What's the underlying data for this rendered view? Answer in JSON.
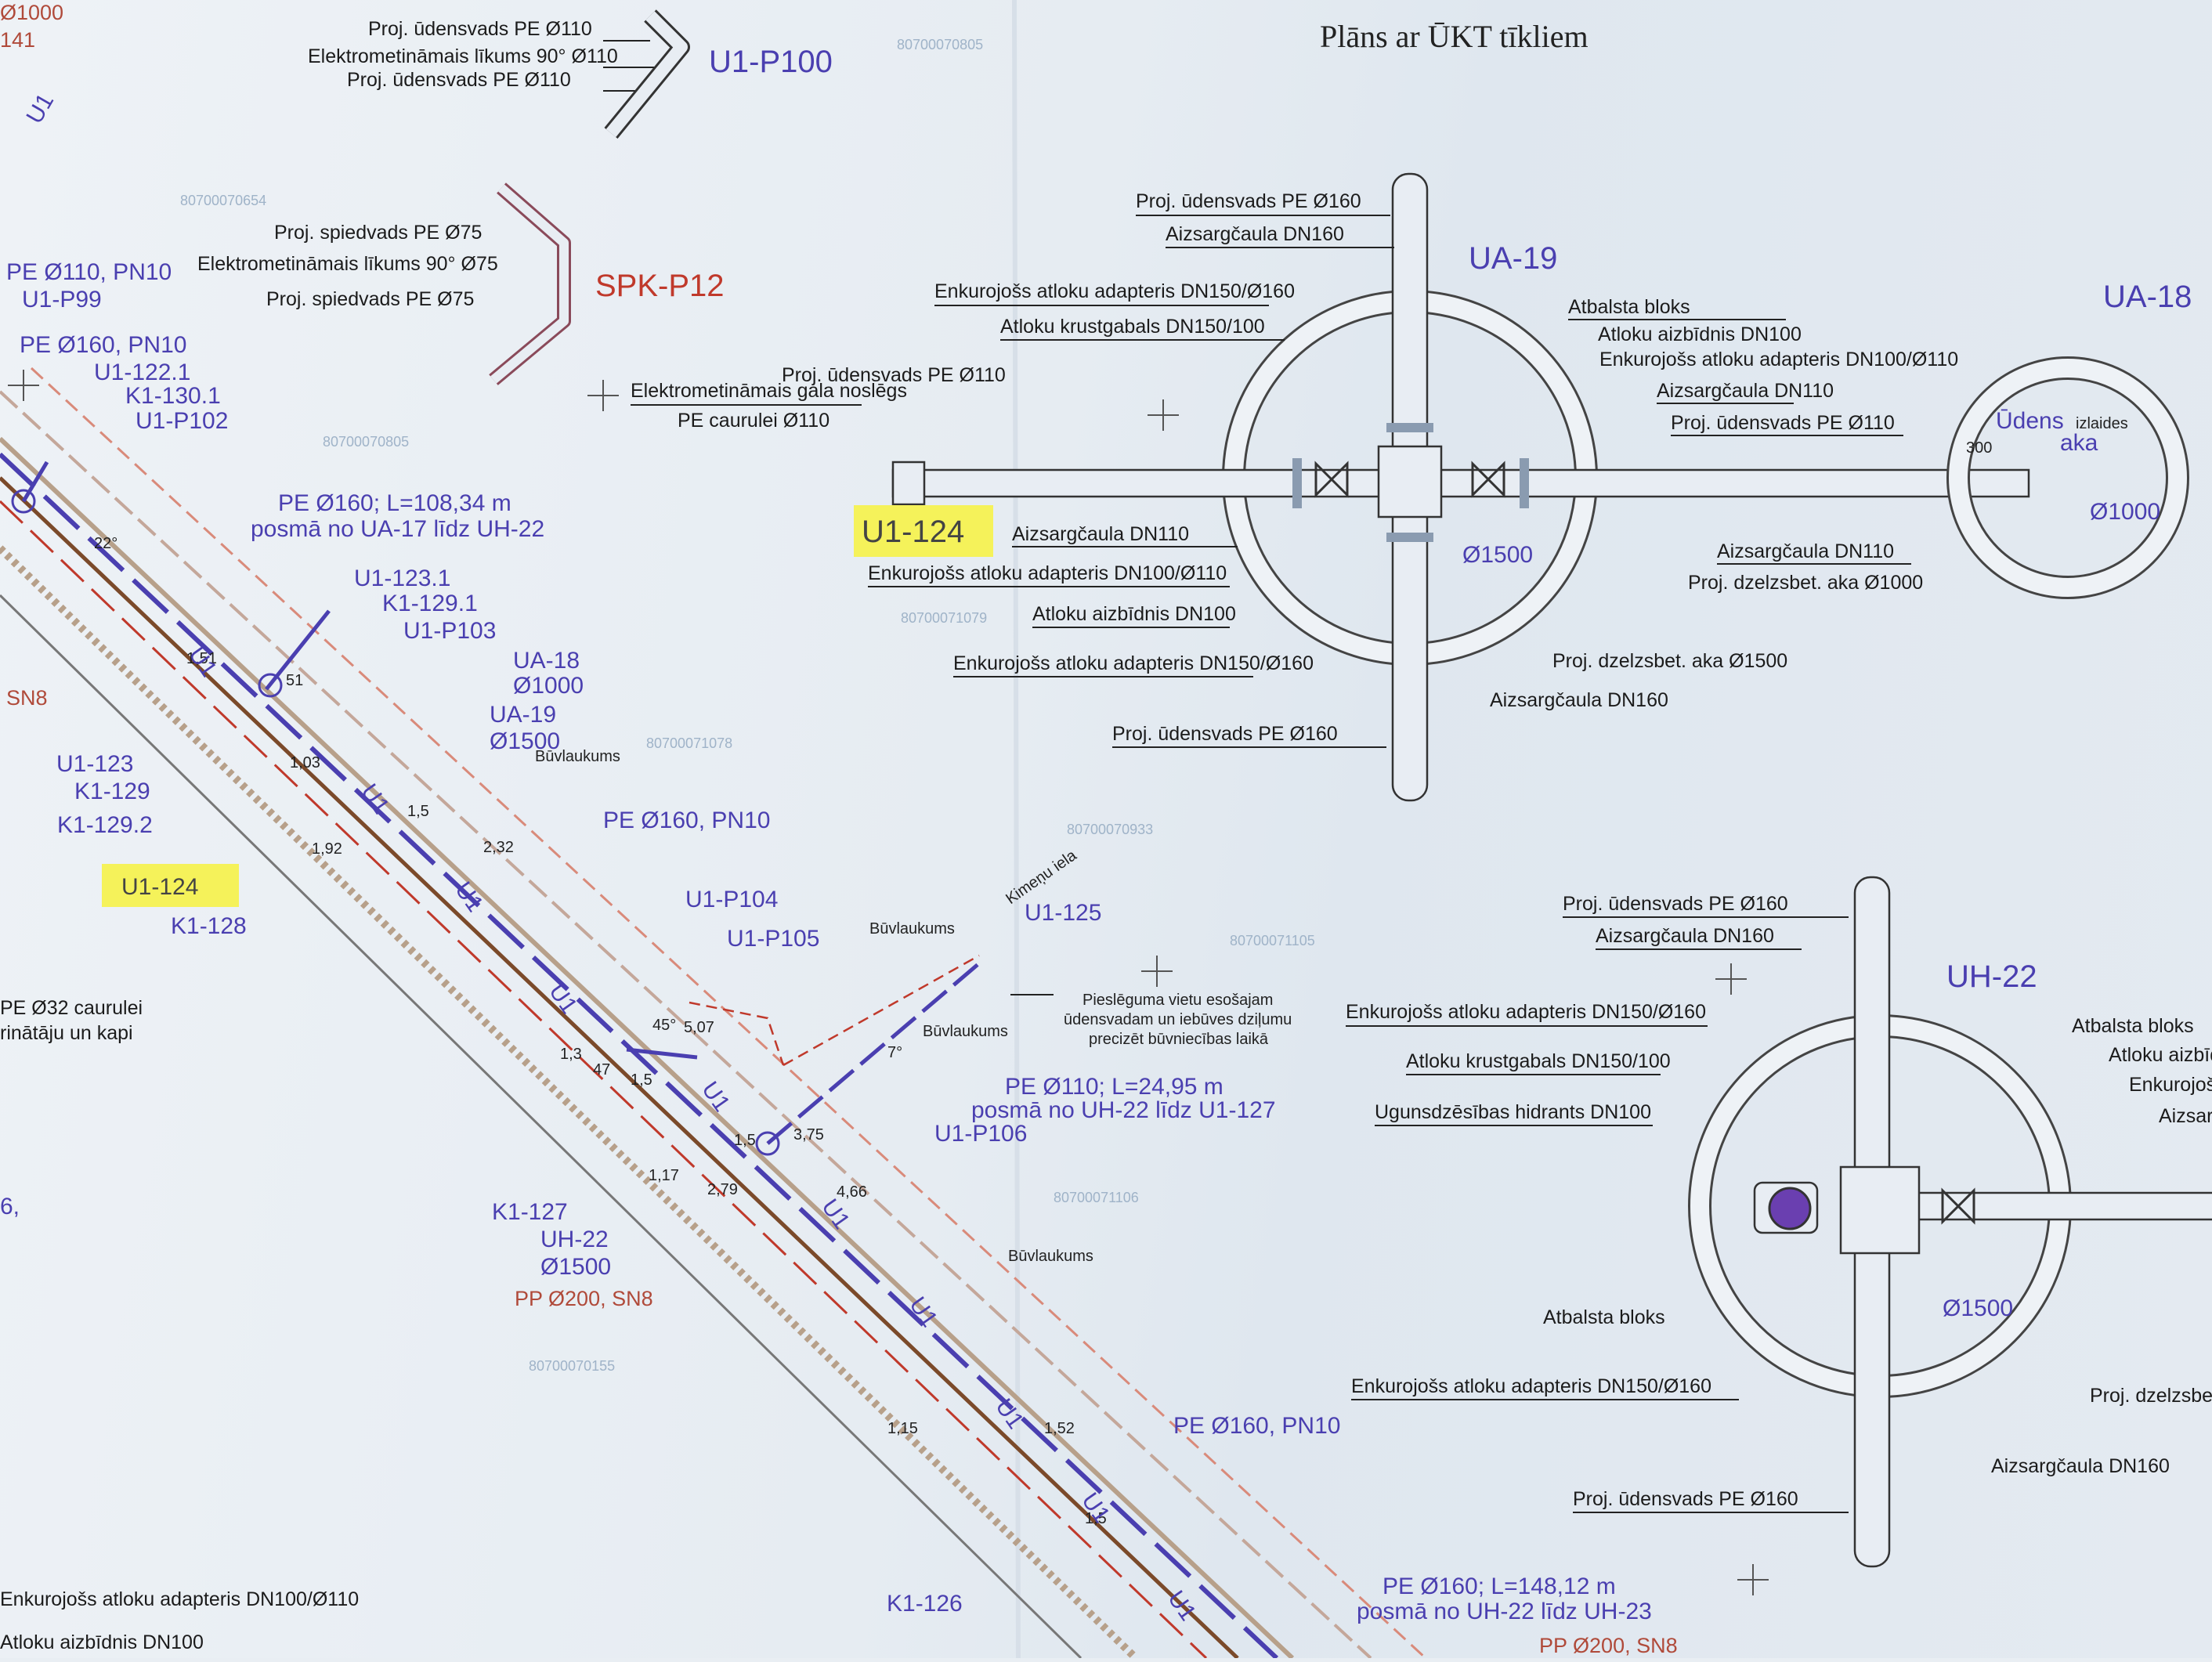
{
  "title": "Plāns ar ŪKT tīkliem",
  "highlight_color": "#f5f25a",
  "top_left": {
    "cut1": "Ø1000",
    "cut2": "141",
    "p100_labels": [
      "Proj. ūdensvads PE Ø110",
      "Elektrometināmais līkums 90° Ø110",
      "Proj. ūdensvads PE Ø110"
    ],
    "p100_name": "U1-P100",
    "spk_labels": [
      "Proj. spiedvads PE Ø75",
      "Elektrometināmais līkums 90° Ø75",
      "Proj. spiedvads PE Ø75"
    ],
    "spk_name": "SPK-P12"
  },
  "ua19": {
    "name": "UA-19",
    "diameter": "Ø1500",
    "left_labels": [
      "Proj. ūdensvads PE Ø160",
      "Aizsargčaula DN160",
      "Enkurojošs atloku adapteris DN150/Ø160",
      "Atloku krustgabals DN150/100",
      "Proj. ūdensvads PE Ø110",
      "Elektrometināmais gala noslēgs",
      "PE caurulei Ø110",
      "Aizsargčaula DN110",
      "Enkurojošs atloku adapteris DN100/Ø110",
      "Atloku aizbīdnis DN100",
      "Enkurojošs atloku adapteris DN150/Ø160",
      "Proj. ūdensvads PE Ø160"
    ],
    "right_labels": [
      "Atbalsta bloks",
      "Atloku aizbīdnis DN100",
      "Enkurojošs atloku adapteris DN100/Ø110",
      "Aizsargčaula DN110",
      "Proj. ūdensvads PE Ø110",
      "Aizsargčaula DN110",
      "Proj. dzelzsbet. aka Ø1000",
      "Proj. dzelzsbet. aka Ø1500",
      "Aizsargčaula DN160"
    ],
    "highlight": "U1-124"
  },
  "ua18": {
    "name": "UA-18",
    "text1": "Ūdens",
    "text2": "izlaides",
    "text3": "aka",
    "dim": "300",
    "diameter": "Ø1000"
  },
  "uh22": {
    "name": "UH-22",
    "diameter": "Ø1500",
    "left_labels": [
      "Proj. ūdensvads PE Ø160",
      "Aizsargčaula DN160",
      "Enkurojošs atloku adapteris DN150/Ø160",
      "Atloku krustgabals DN150/100",
      "Ugunsdzēsības hidrants DN100",
      "Atbalsta bloks",
      "Enkurojošs atloku adapteris DN150/Ø160",
      "Proj. ūdensvads PE Ø160"
    ],
    "right_labels": [
      "Atbalsta bloks",
      "Atloku aizbīdnis",
      "Enkurojošs",
      "Aizsarg",
      "Proj. dzelzsbet",
      "Aizsargčaula DN160"
    ]
  },
  "plan": {
    "purple_labels": [
      "PE Ø110, PN10",
      "U1-P99",
      "PE Ø160, PN10",
      "U1-122.1",
      "K1-130.1",
      "U1-P102",
      "PE Ø160; L=108,34 m",
      "posmā no UA-17 līdz UH-22",
      "U1-123.1",
      "K1-129.1",
      "U1-P103",
      "UA-18",
      "Ø1000",
      "UA-19",
      "Ø1500",
      "U1-123",
      "K1-129",
      "K1-129.2",
      "PE Ø160, PN10",
      "U1-124",
      "K1-128",
      "U1-P104",
      "U1-P105",
      "U1-125",
      "PE Ø110; L=24,95 m",
      "posmā no UH-22 līdz U1-127",
      "U1-P106",
      "K1-127",
      "UH-22",
      "Ø1500",
      "PP Ø200, SN8",
      "PE Ø160, PN10",
      "K1-126",
      "PE Ø160; L=148,12 m",
      "posmā no UH-22 līdz UH-23",
      "PP Ø200, SN8",
      "SN8"
    ],
    "black_labels": [
      "PE Ø32 caurulei",
      "rinātāju un kapi",
      "6,",
      "Pieslēguma vietu esošajam",
      "ūdensvadam un iebūves dziļumu",
      "precizēt būvniecības laikā",
      "Enkurojošs atloku adapteris DN100/Ø110",
      "Atloku aizbīdnis DN100"
    ],
    "dims": [
      "22°",
      "1,51",
      "51",
      "1,03",
      "1,5",
      "1,92",
      "2,32",
      "45°",
      "5,07",
      "1,3",
      "47",
      "1,5",
      "1,5",
      "3,75",
      "7°",
      "1,17",
      "2,79",
      "4,66",
      "1,15",
      "1,52",
      "1,5"
    ],
    "street_labels": [
      "Kimeņu iela",
      "Būvlaukums",
      "Būvlaukums",
      "Būvlaukums",
      "Būvlaukums"
    ],
    "pipe_tag": "U1",
    "ghost_ids": [
      "80700070805",
      "80700070654",
      "80700070805",
      "80700071079",
      "80700071078",
      "80700070933",
      "80700071105",
      "80700071106",
      "80700070155"
    ]
  }
}
